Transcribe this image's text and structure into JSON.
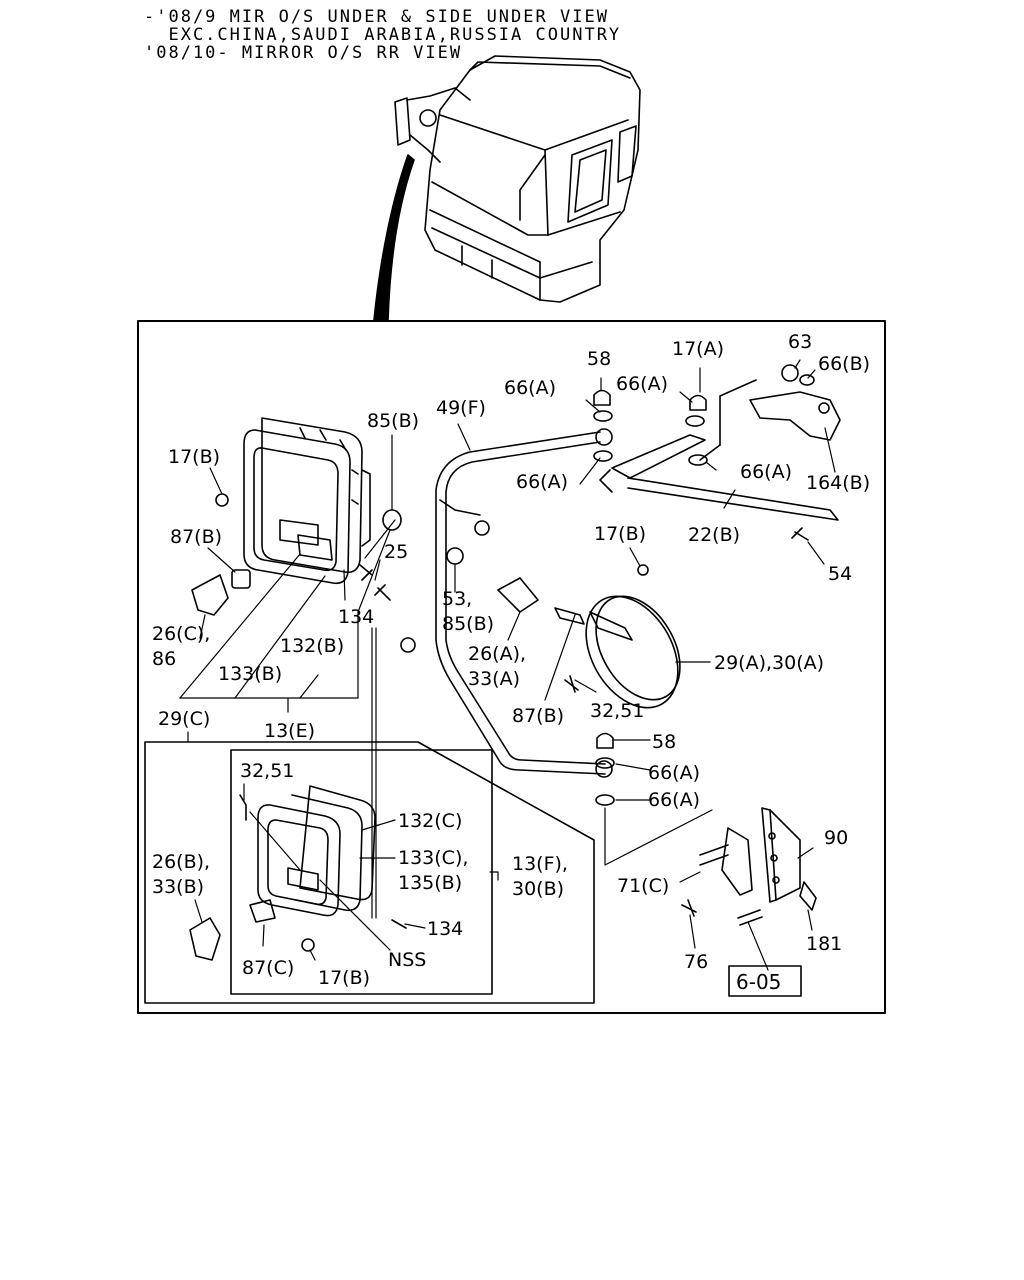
{
  "header": {
    "line1": "-'08/9 MIR O/S UNDER & SIDE UNDER VIEW",
    "line2": "  EXC.CHINA,SAUDI ARABIA,RUSSIA COUNTRY",
    "line3": "'08/10- MIRROR O/S RR VIEW"
  },
  "callouts": {
    "c58a": "58",
    "c17a": "17(A)",
    "c63": "63",
    "c66b": "66(B)",
    "c66a_1": "66(A)",
    "c66a_2": "66(A)",
    "c85b": "85(B)",
    "c49f": "49(F)",
    "c17b_1": "17(B)",
    "c66a_3": "66(A)",
    "c66a_4": "66(A)",
    "c164b": "164(B)",
    "c87b_1": "87(B)",
    "c25": "25",
    "c17b_2": "17(B)",
    "c22b": "22(B)",
    "c54": "54",
    "c26c": "26(C),",
    "c86": "86",
    "c134_1": "134",
    "c53": "53,",
    "c85b_2": "85(B)",
    "c132b": "132(B)",
    "c26a": "26(A),",
    "c33a": "33(A)",
    "c29a30a": "29(A),30(A)",
    "c133b": "133(B)",
    "c87b_2": "87(B)",
    "c3251_1": "32,51",
    "c29c": "29(C)",
    "c13e": "13(E)",
    "c58b": "58",
    "c66a_5": "66(A)",
    "c3251_2": "32,51",
    "c66a_6": "66(A)",
    "c132c": "132(C)",
    "c90": "90",
    "c26b": "26(B),",
    "c33b": "33(B)",
    "c133c": "133(C),",
    "c135b": "135(B)",
    "c13f": "13(F),",
    "c30b": "30(B)",
    "c71c": "71(C)",
    "c134_2": "134",
    "cnss": "NSS",
    "c87c": "87(C)",
    "c17b_3": "17(B)",
    "c76": "76",
    "c181": "181",
    "ref605": "6-05"
  }
}
